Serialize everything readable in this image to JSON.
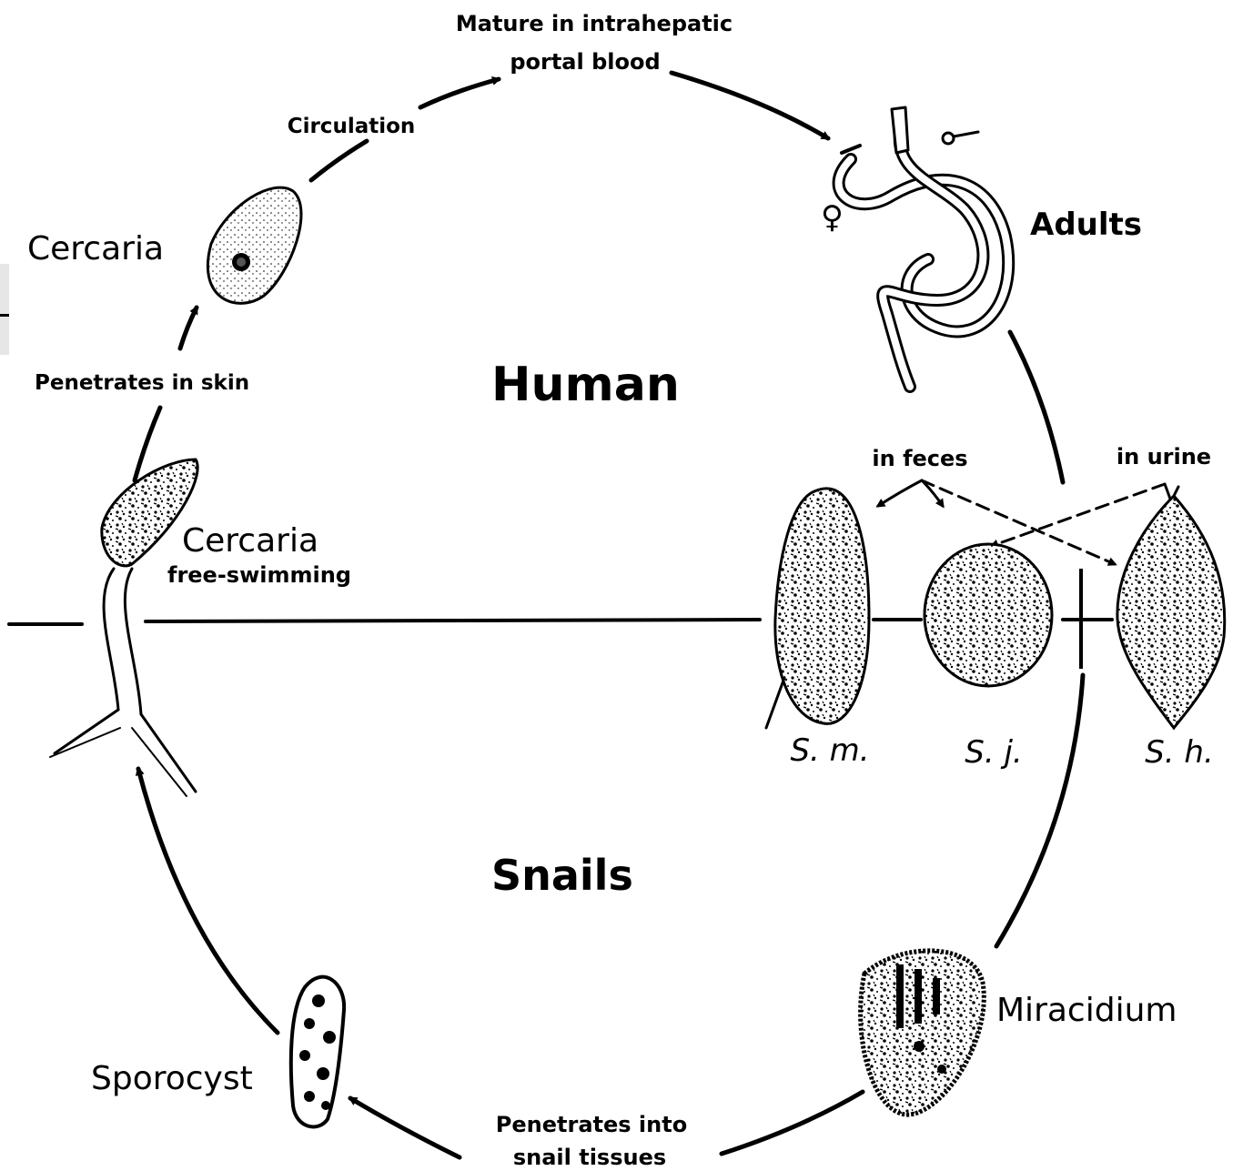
{
  "labels": {
    "mature_line1": "Mature in intrahepatic",
    "mature_line2": "portal blood",
    "circulation": "Circulation",
    "cercaria_top": "Cercaria",
    "adults": "Adults",
    "female_symbol": "♀",
    "male_symbol": "♂",
    "human": "Human",
    "penetrates_skin": "Penetrates in skin",
    "in_feces": "in feces",
    "in_urine": "in urine",
    "cercaria_free": "Cercaria",
    "free_swimming": "free-swimming",
    "egg_sm": "S. m.",
    "egg_sj": "S. j.",
    "egg_sh": "S. h.",
    "snails": "Snails",
    "miracidium": "Miracidium",
    "sporocyst": "Sporocyst",
    "penetrates_snail_line1": "Penetrates into",
    "penetrates_snail_line2": "snail tissues"
  }
}
